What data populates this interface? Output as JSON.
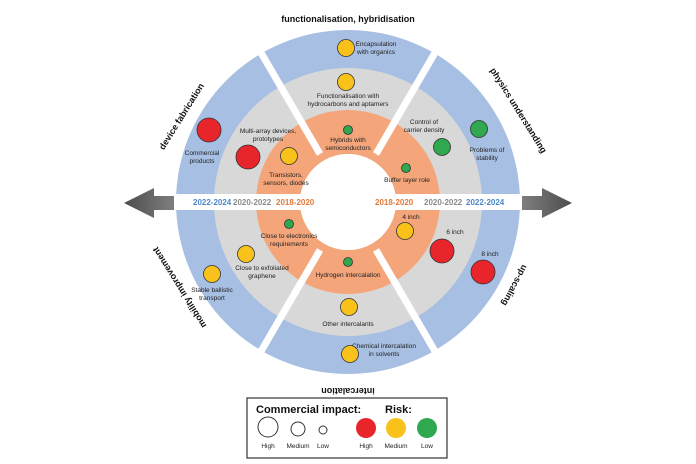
{
  "sectors": {
    "functionalisation": "functionalisation, hybridisation",
    "physics": "physics understanding",
    "upscaling": "up-scaling",
    "intercalation": "intercalation",
    "mobility": "mobility improvement",
    "device": "device fabrication"
  },
  "timeline": {
    "left_outer": "2022-2024",
    "left_middle": "2020-2022",
    "left_inner": "2018-2020",
    "right_inner": "2018-2020",
    "right_middle": "2020-2022",
    "right_outer": "2022-2024"
  },
  "items": {
    "encapsulation": [
      "Encapsulation",
      "with organics"
    ],
    "functionalisation_hydro": [
      "Functionalisation with",
      "hydrocarbons and aptamers"
    ],
    "hybrids": [
      "Hybrids with",
      "semiconductors"
    ],
    "control_density": [
      "Control of",
      "carrier density"
    ],
    "problems_stability": [
      "Problems of",
      "stability"
    ],
    "buffer_layer": [
      "Buffer layer role"
    ],
    "inch4": [
      "4 inch"
    ],
    "inch6": [
      "6 inch"
    ],
    "inch8": [
      "8 inch"
    ],
    "hydrogen": [
      "Hydrogen intercalation"
    ],
    "other_intercalants": [
      "Other intercalants"
    ],
    "chemical_intercalation": [
      "Chemical intercalation",
      "in solvents"
    ],
    "close_electronics": [
      "Close to electronics",
      "requirements"
    ],
    "close_exfoliated": [
      "Close to exfoliated",
      "graphene"
    ],
    "ballistic": [
      "Stable ballistic",
      "transport"
    ],
    "transistors": [
      "Transistors,",
      "sensors, diodes"
    ],
    "multiarray": [
      "Multi-array devices,",
      "prototypes"
    ],
    "commercial_products": [
      "Commercial",
      "products"
    ]
  },
  "legend": {
    "impact_title": "Commercial impact:",
    "risk_title": "Risk:",
    "impact_high": "High",
    "impact_medium": "Medium",
    "impact_low": "Low",
    "risk_high": "High",
    "risk_medium": "Medium",
    "risk_low": "Low"
  },
  "colors": {
    "outer_ring": "#a7bfe2",
    "middle_ring": "#d8d8d8",
    "inner_ring": "#f4a57a",
    "center": "#ffffff",
    "risk_high": "#e8252b",
    "risk_medium": "#f9c21b",
    "risk_low": "#2fa84f",
    "timeline_outer": "#4a86c8",
    "timeline_middle": "#8a8a8a",
    "timeline_inner": "#e07a3a"
  },
  "markers": [
    {
      "id": "encapsulation",
      "risk": "medium",
      "impact": "medium"
    },
    {
      "id": "functionalisation_hydro",
      "risk": "medium",
      "impact": "medium"
    },
    {
      "id": "hybrids",
      "risk": "low",
      "impact": "low"
    },
    {
      "id": "control_density",
      "risk": "low",
      "impact": "medium"
    },
    {
      "id": "problems_stability",
      "risk": "low",
      "impact": "medium"
    },
    {
      "id": "buffer_layer",
      "risk": "low",
      "impact": "low"
    },
    {
      "id": "inch4",
      "risk": "medium",
      "impact": "medium"
    },
    {
      "id": "inch6",
      "risk": "high",
      "impact": "high"
    },
    {
      "id": "inch8",
      "risk": "high",
      "impact": "high"
    },
    {
      "id": "hydrogen",
      "risk": "low",
      "impact": "low"
    },
    {
      "id": "other_intercalants",
      "risk": "medium",
      "impact": "medium"
    },
    {
      "id": "chemical_intercalation",
      "risk": "medium",
      "impact": "medium"
    },
    {
      "id": "close_electronics",
      "risk": "low",
      "impact": "low"
    },
    {
      "id": "close_exfoliated",
      "risk": "medium",
      "impact": "medium"
    },
    {
      "id": "ballistic",
      "risk": "medium",
      "impact": "medium"
    },
    {
      "id": "transistors",
      "risk": "medium",
      "impact": "medium"
    },
    {
      "id": "multiarray",
      "risk": "high",
      "impact": "high"
    },
    {
      "id": "commercial_products",
      "risk": "high",
      "impact": "high"
    }
  ]
}
